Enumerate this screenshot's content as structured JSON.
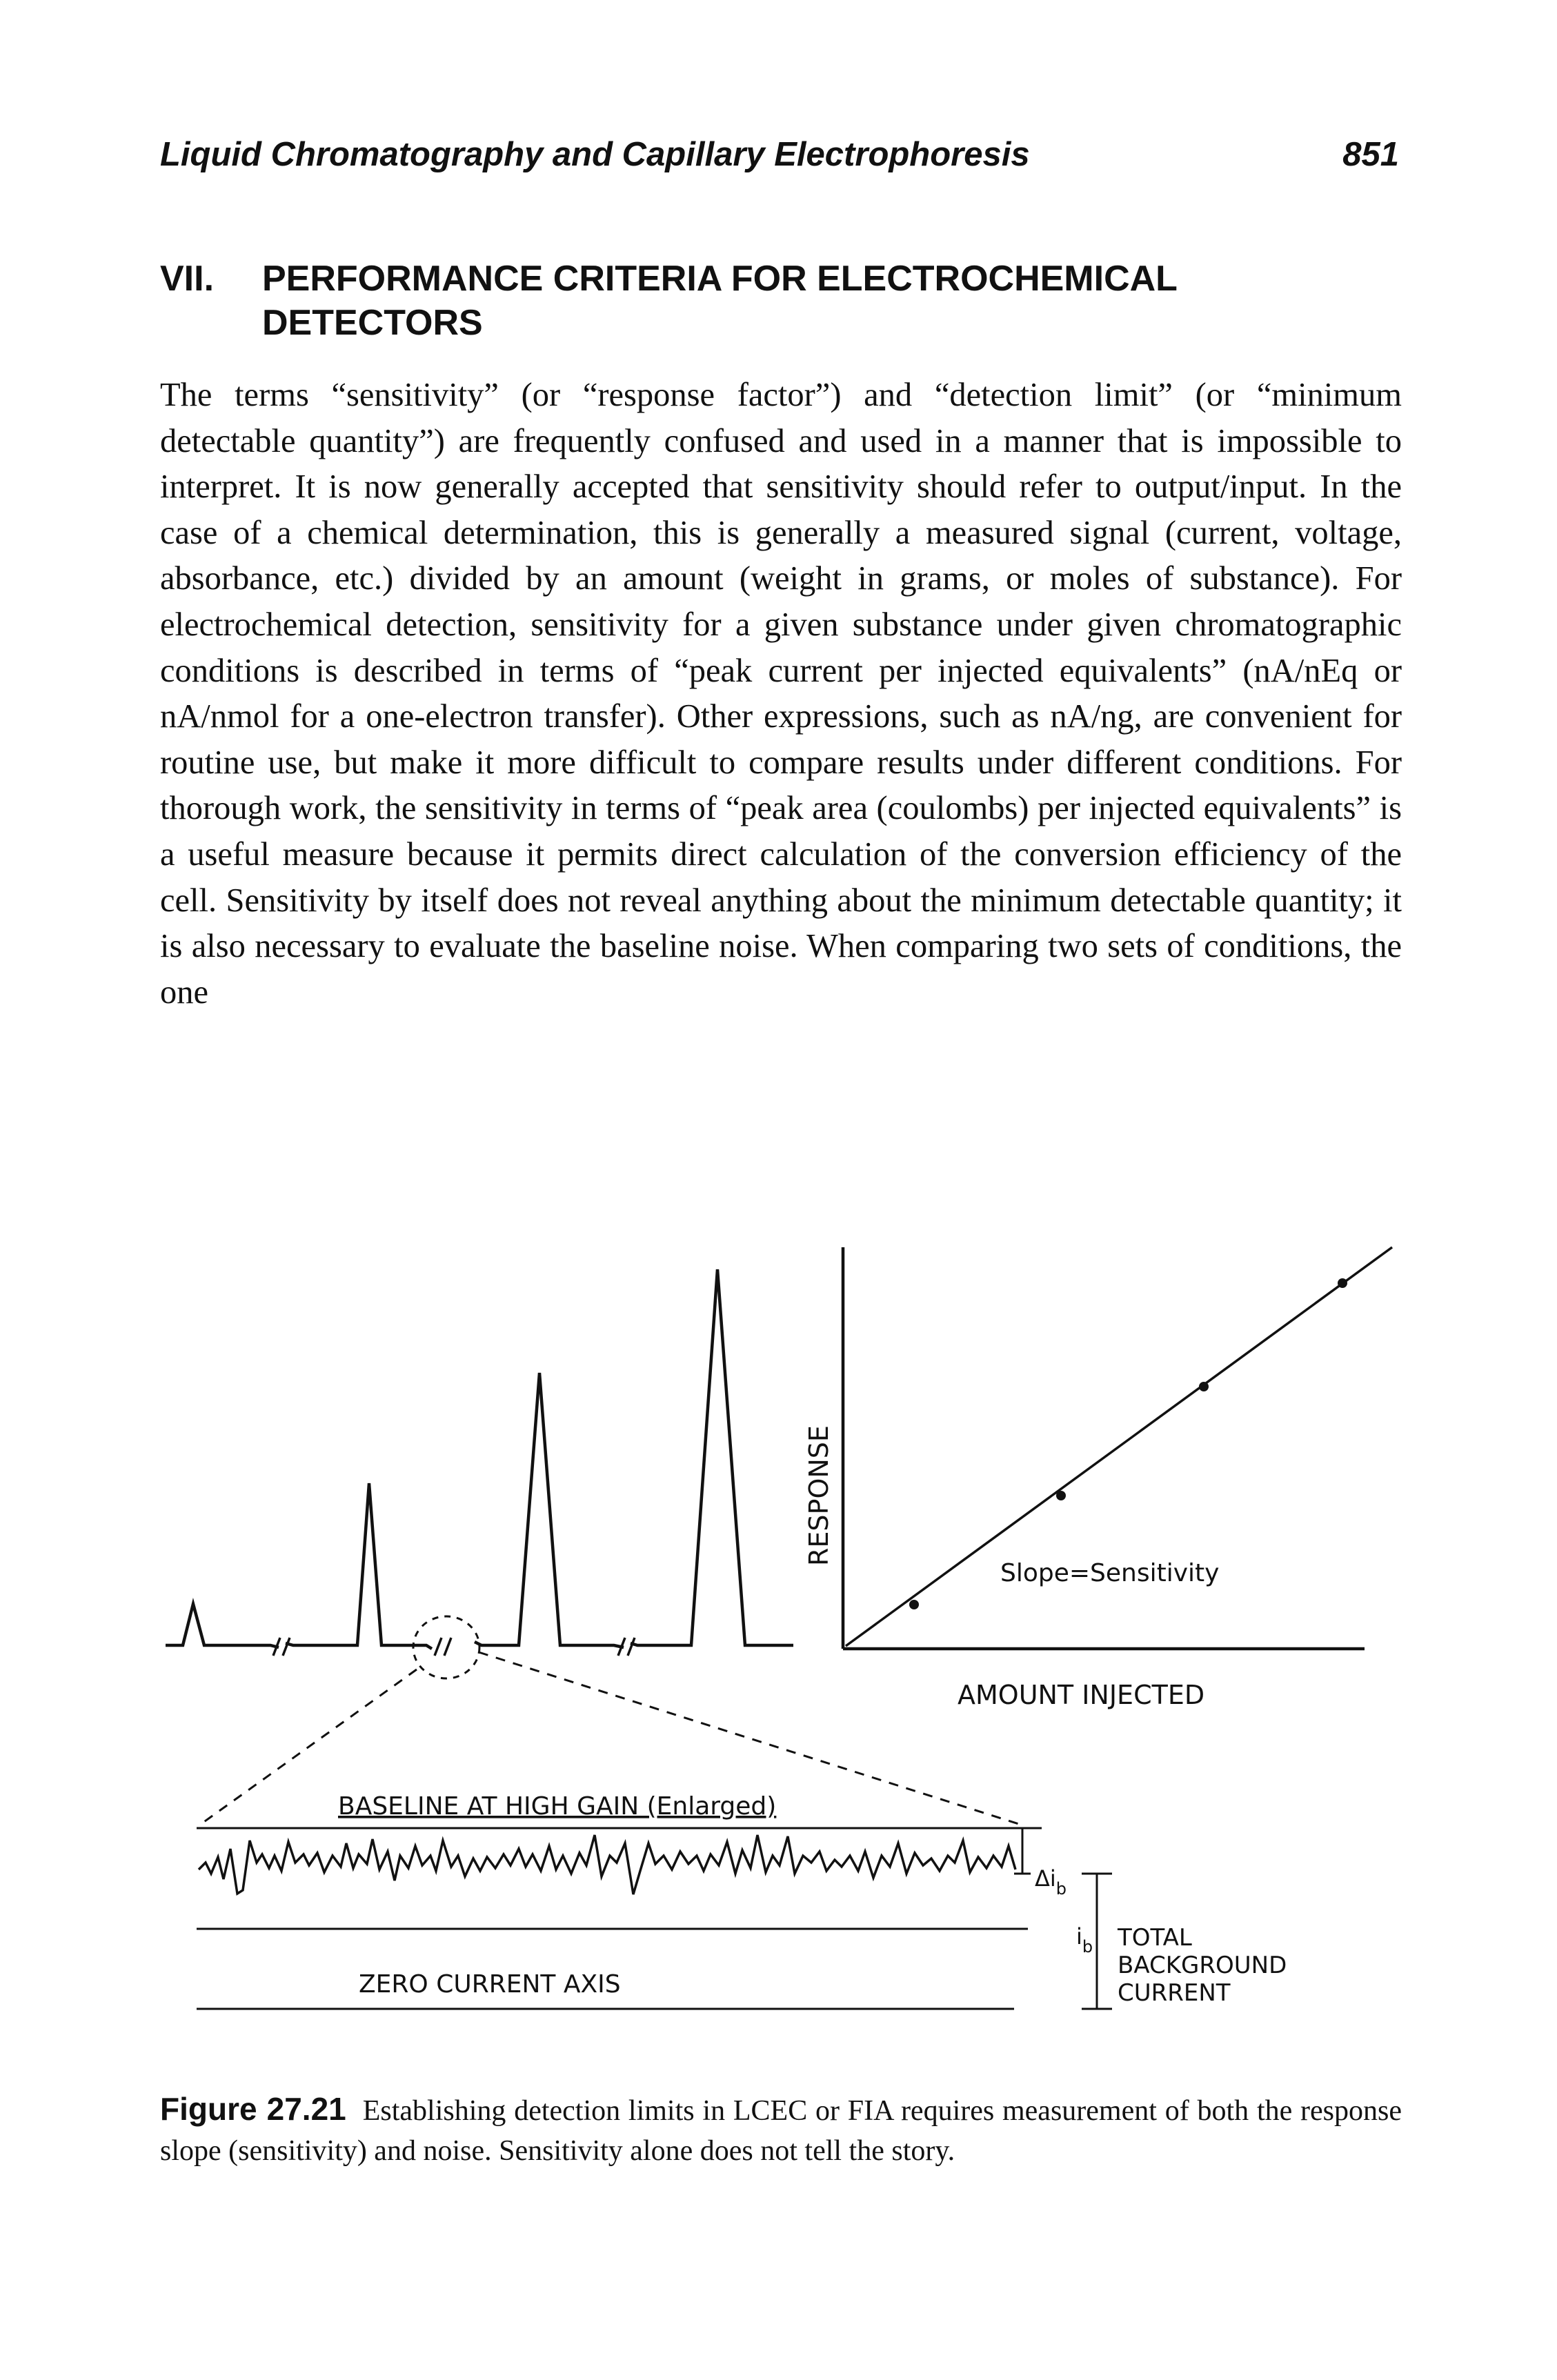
{
  "header": {
    "title": "Liquid Chromatography and Capillary Electrophoresis",
    "page_number": "851"
  },
  "section": {
    "number": "VII.",
    "title": "PERFORMANCE CRITERIA FOR ELECTROCHEMICAL DETECTORS"
  },
  "body_text": "The terms “sensitivity” (or “response factor”) and “detection limit” (or “mini­mum detectable quantity”) are frequently confused and used in a manner that is impossible to interpret. It is now generally accepted that sensitivity should refer to output/input. In the case of a chemical determination, this is generally a measured signal (current, voltage, absorbance, etc.) divided by an amount (weight in grams, or moles of substance). For electrochemical detection, sen­sitivity for a given substance under given chromatographic conditions is de­scribed in terms of “peak current per injected equivalents” (nA/nEq or nA/nmol for a one-electron transfer). Other expressions, such as nA/ng, are convenient for routine use, but make it more difficult to compare results under different conditions. For thorough work, the sensitivity in terms of “peak area (coulombs) per injected equivalents” is a useful measure because it permits direct calcula­tion of the conversion efficiency of the cell. Sensitivity by itself does not re­veal anything about the minimum detectable quantity; it is also necessary to evaluate the baseline noise. When comparing two sets of conditions, the one",
  "figure": {
    "labels": {
      "response": "RESPONSE",
      "slope": "Slope=Sensitivity",
      "amount_injected": "AMOUNT INJECTED",
      "baseline": "BASELINE AT HIGH GAIN (Enlarged)",
      "zero_axis": "ZERO CURRENT AXIS",
      "delta_ib": "Δi",
      "delta_ib_sub": "b",
      "ib": "i",
      "ib_sub": "b",
      "total_line1": "TOTAL",
      "total_line2": "BACKGROUND",
      "total_line3": "CURRENT"
    }
  },
  "chart_data": {
    "type": "scatter",
    "title": "",
    "xlabel": "AMOUNT INJECTED",
    "ylabel": "RESPONSE",
    "x": [
      1,
      2,
      3,
      4
    ],
    "y": [
      1,
      2,
      3,
      4
    ],
    "annotations": [
      "Slope=Sensitivity"
    ],
    "grid": false
  },
  "caption": {
    "label": "Figure 27.21",
    "text": "Establishing detection limits in LCEC or FIA requires measurement of both the response slope (sensitivity) and noise. Sensitivity alone does not tell the story."
  }
}
